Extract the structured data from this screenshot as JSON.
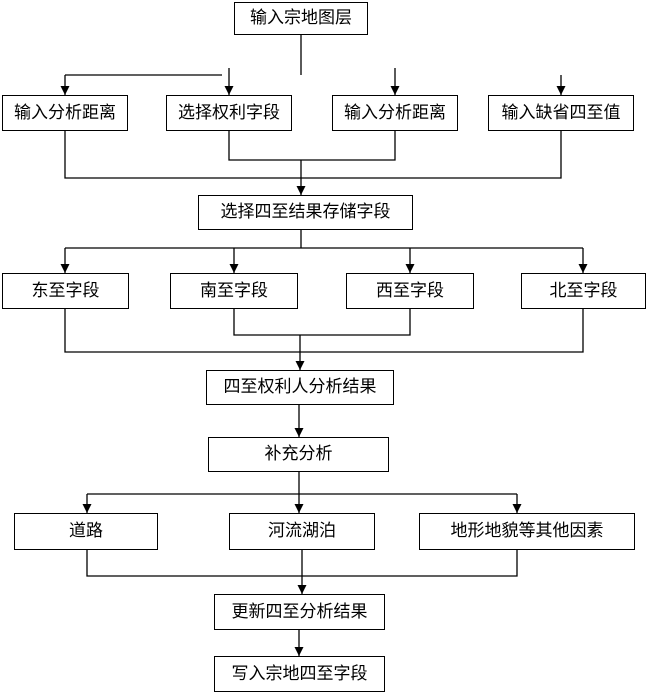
{
  "flowchart": {
    "nodes": [
      {
        "id": "b0",
        "label": "输入宗地图层"
      },
      {
        "id": "b1",
        "label": "输入分析距离"
      },
      {
        "id": "b2",
        "label": "选择权利字段"
      },
      {
        "id": "b3",
        "label": "输入分析距离"
      },
      {
        "id": "b4",
        "label": "输入缺省四至值"
      },
      {
        "id": "b5",
        "label": "选择四至结果存储字段"
      },
      {
        "id": "b6",
        "label": "东至字段"
      },
      {
        "id": "b7",
        "label": "南至字段"
      },
      {
        "id": "b8",
        "label": "西至字段"
      },
      {
        "id": "b9",
        "label": "北至字段"
      },
      {
        "id": "b10",
        "label": "四至权利人分析结果"
      },
      {
        "id": "b11",
        "label": "补充分析"
      },
      {
        "id": "b12",
        "label": "道路"
      },
      {
        "id": "b13",
        "label": "河流湖泊"
      },
      {
        "id": "b14",
        "label": "地形地貌等其他因素"
      },
      {
        "id": "b15",
        "label": "更新四至分析结果"
      },
      {
        "id": "b16",
        "label": "写入宗地四至字段"
      }
    ],
    "edges": [
      {
        "from": "b0",
        "to": "b1"
      },
      {
        "from": "b0",
        "to": "b2"
      },
      {
        "from": "b0",
        "to": "b3"
      },
      {
        "from": "b0",
        "to": "b4"
      },
      {
        "from": "b1",
        "to": "b5"
      },
      {
        "from": "b2",
        "to": "b5"
      },
      {
        "from": "b3",
        "to": "b5"
      },
      {
        "from": "b4",
        "to": "b5"
      },
      {
        "from": "b5",
        "to": "b6"
      },
      {
        "from": "b5",
        "to": "b7"
      },
      {
        "from": "b5",
        "to": "b8"
      },
      {
        "from": "b5",
        "to": "b9"
      },
      {
        "from": "b6",
        "to": "b10"
      },
      {
        "from": "b7",
        "to": "b10"
      },
      {
        "from": "b8",
        "to": "b10"
      },
      {
        "from": "b9",
        "to": "b10"
      },
      {
        "from": "b10",
        "to": "b11"
      },
      {
        "from": "b11",
        "to": "b12"
      },
      {
        "from": "b11",
        "to": "b13"
      },
      {
        "from": "b11",
        "to": "b14"
      },
      {
        "from": "b12",
        "to": "b15"
      },
      {
        "from": "b13",
        "to": "b15"
      },
      {
        "from": "b14",
        "to": "b15"
      },
      {
        "from": "b15",
        "to": "b16"
      }
    ]
  },
  "colors": {
    "line": "#000000",
    "box_border": "#000000",
    "background": "#ffffff"
  }
}
